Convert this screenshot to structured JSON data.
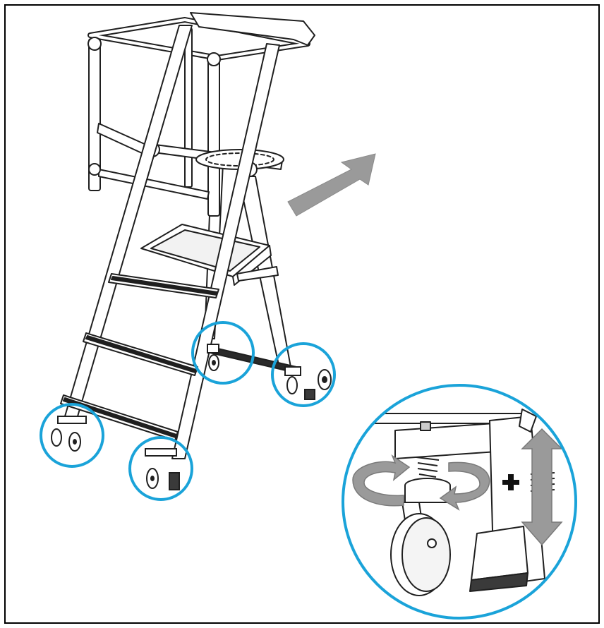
{
  "figure": {
    "frame_color": "#000000",
    "highlight_color": "#1aa3d9",
    "arrow_fill": "#9a9a9a",
    "line_color": "#1f1f1f",
    "callout_symbol": "+",
    "icons": [
      "ladder-illustration",
      "direction-arrow-icon",
      "wheel-highlight-circle",
      "caster-zoom-detail",
      "rotate-arrow-icon",
      "up-down-arrow-icon",
      "plus-icon"
    ]
  }
}
